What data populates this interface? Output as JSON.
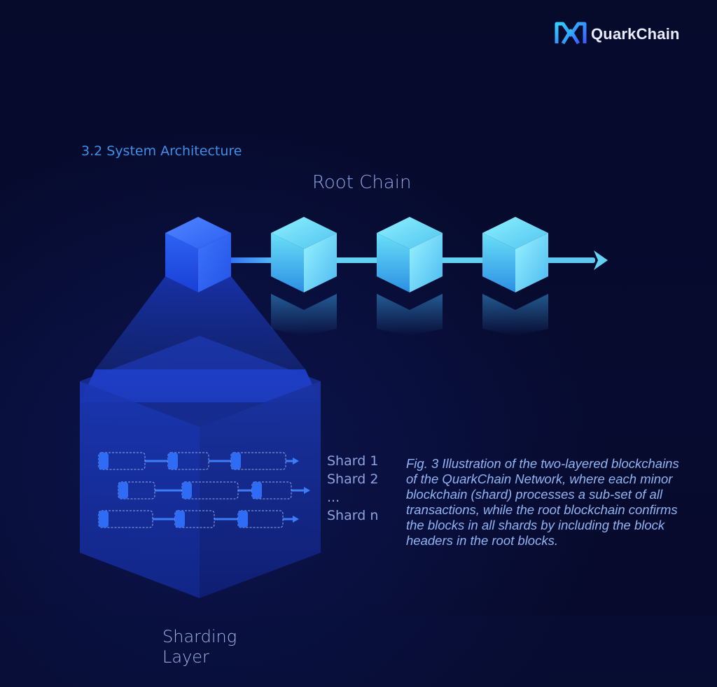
{
  "brand": {
    "name": "QuarkChain",
    "logo_icon": "quarkchain-logo-icon"
  },
  "section_title": "3.2 System Architecture",
  "root_chain": {
    "title": "Root Chain",
    "block_count": 4
  },
  "sharding_layer": {
    "title_line1": "Sharding",
    "title_line2": "Layer",
    "shard_labels": [
      "Shard 1",
      "Shard 2",
      "...",
      "Shard n"
    ],
    "shard_rows": 3
  },
  "caption": "Fig. 3 Illustration of the two-layered blockchains of  the QuarkChain Network, where each minor blockchain (shard) processes a sub-set of all transactions, while the root blockchain confirms the blocks in all shards by including the block headers in the root blocks.",
  "colors": {
    "background": "#070a2a",
    "accent": "#3f8fe8",
    "block_cyan": "#6ad6f2",
    "block_blue": "#2a5df0"
  }
}
